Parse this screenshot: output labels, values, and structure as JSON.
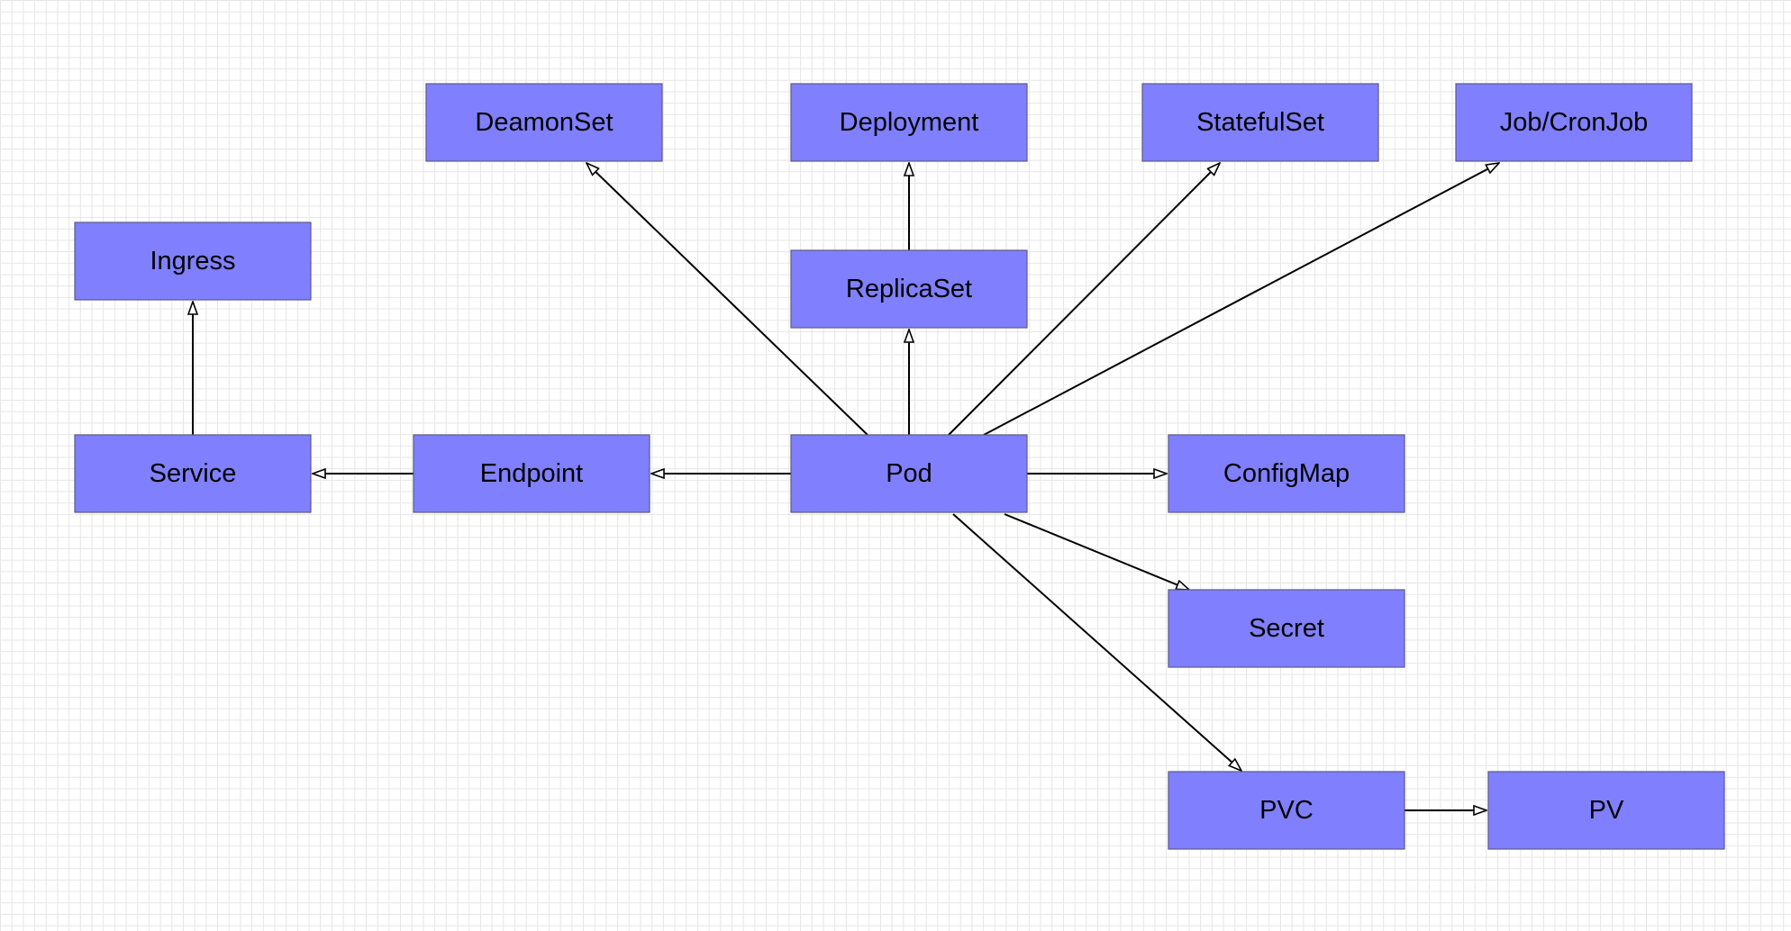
{
  "colors": {
    "node_fill": "#8080ff",
    "edge": "#000000",
    "arrowhead_fill": "#ffffff"
  },
  "nodes": [
    {
      "id": "deamonset",
      "label": "DeamonSet"
    },
    {
      "id": "deployment",
      "label": "Deployment"
    },
    {
      "id": "statefulset",
      "label": "StatefulSet"
    },
    {
      "id": "job-cronjob",
      "label": "Job/CronJob"
    },
    {
      "id": "ingress",
      "label": "Ingress"
    },
    {
      "id": "replicaset",
      "label": "ReplicaSet"
    },
    {
      "id": "service",
      "label": "Service"
    },
    {
      "id": "endpoint",
      "label": "Endpoint"
    },
    {
      "id": "pod",
      "label": "Pod"
    },
    {
      "id": "configmap",
      "label": "ConfigMap"
    },
    {
      "id": "secret",
      "label": "Secret"
    },
    {
      "id": "pvc",
      "label": "PVC"
    },
    {
      "id": "pv",
      "label": "PV"
    }
  ],
  "edges": [
    {
      "from": "pod",
      "to": "deamonset",
      "arrow": "hollow-triangle"
    },
    {
      "from": "replicaset",
      "to": "deployment",
      "arrow": "hollow-triangle"
    },
    {
      "from": "pod",
      "to": "replicaset",
      "arrow": "hollow-triangle"
    },
    {
      "from": "pod",
      "to": "statefulset",
      "arrow": "hollow-triangle"
    },
    {
      "from": "pod",
      "to": "job-cronjob",
      "arrow": "hollow-triangle"
    },
    {
      "from": "service",
      "to": "ingress",
      "arrow": "hollow-triangle"
    },
    {
      "from": "endpoint",
      "to": "service",
      "arrow": "hollow-triangle"
    },
    {
      "from": "pod",
      "to": "endpoint",
      "arrow": "hollow-triangle"
    },
    {
      "from": "pod",
      "to": "configmap",
      "arrow": "hollow-triangle"
    },
    {
      "from": "pod",
      "to": "secret",
      "arrow": "hollow-triangle"
    },
    {
      "from": "pod",
      "to": "pvc",
      "arrow": "hollow-triangle"
    },
    {
      "from": "pvc",
      "to": "pv",
      "arrow": "hollow-triangle"
    }
  ]
}
